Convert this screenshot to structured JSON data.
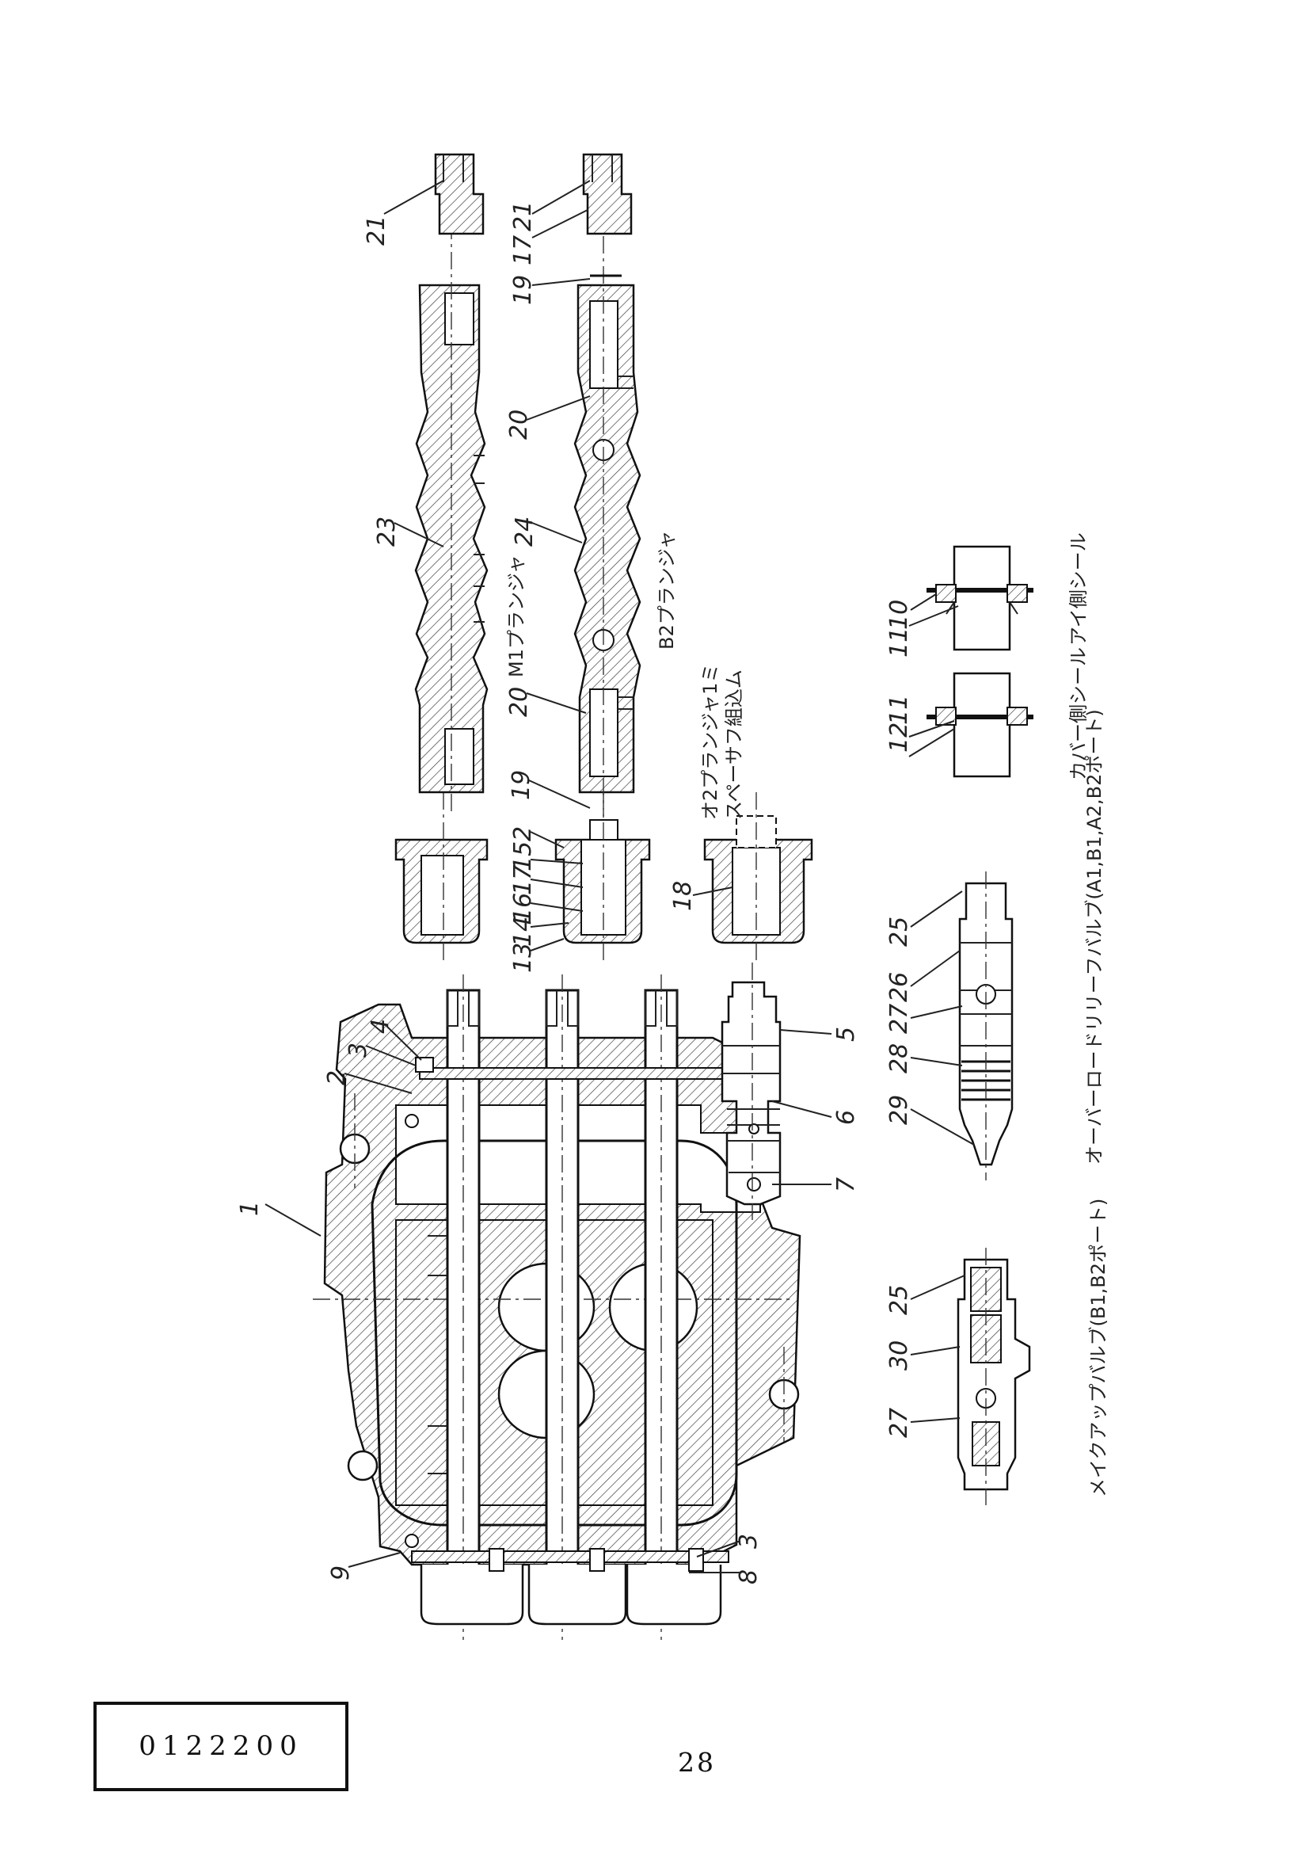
{
  "document": {
    "number": "0122200",
    "page": "28"
  },
  "callouts": {
    "c1": "1",
    "c2a": "2",
    "c3a": "3",
    "c4": "4",
    "c5": "5",
    "c6": "6",
    "c7": "7",
    "c8": "8",
    "c9": "9",
    "c3b": "3",
    "c21a": "21",
    "c21b": "21",
    "c17a": "17",
    "c19a": "19",
    "c20a": "20",
    "c23": "23",
    "c24": "24",
    "c20b": "20",
    "c19b": "19",
    "c2b": "2",
    "c15": "15",
    "c17b": "17",
    "c16": "16",
    "c14": "14",
    "c13": "13",
    "c18": "18",
    "c12": "12",
    "c11a": "11",
    "c11b": "11",
    "c10": "10",
    "c25a": "25",
    "c26": "26",
    "c27a": "27",
    "c28": "28",
    "c29": "29",
    "c25b": "25",
    "c30": "30",
    "c27b": "27"
  },
  "captions": {
    "m1_plunger": "M1プランジャ",
    "b2_plunger": "B2プランジャ",
    "spacer_note_1": "オ2プランジャ1ミ",
    "spacer_note_2": "スペーサフ組込ム",
    "cover_seal": "カバー側シール",
    "i_seal": "アイ側シール",
    "overload_relief": "オーバーロードリリーフバルブ(A1,B1,A2,B2ポート)",
    "makeup_valve": "メイクアップバルブ(B1,B2ポート)"
  }
}
